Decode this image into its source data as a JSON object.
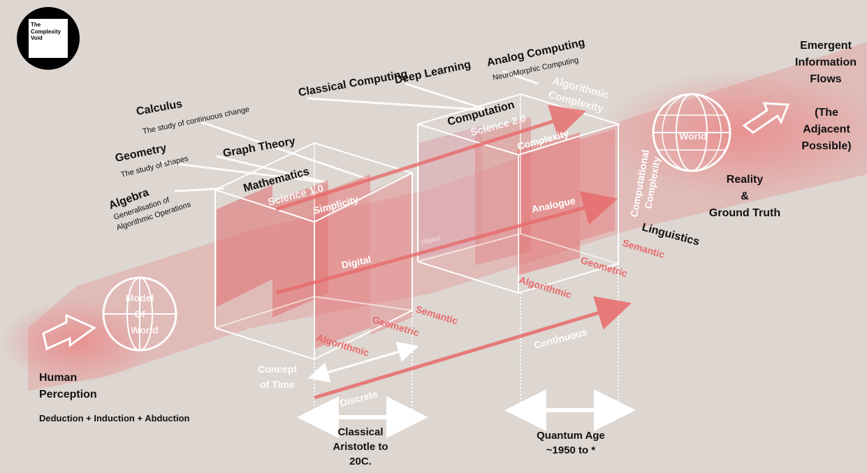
{
  "logo": {
    "line1": "The",
    "line2": "Complexity",
    "line3": "Void"
  },
  "colors": {
    "background": "#ddd6d1",
    "accent": "#e86a6a",
    "lines": "#ffffff",
    "text": "#111111"
  },
  "left_branch": {
    "calculus": "Calculus",
    "calculus_sub": "The study of continuous change",
    "geometry": "Geometry",
    "geometry_sub": "The study of shapes",
    "graph_theory": "Graph Theory",
    "algebra": "Algebra",
    "algebra_sub1": "Generalisation of",
    "algebra_sub2": "Algorithmic Operations"
  },
  "top_branch": {
    "classical_computing": "Classical Computing",
    "deep_learning": "Deep Learning",
    "analog_computing": "Analog Computing",
    "neuromorphic": "NeuroMorphic Computing"
  },
  "cube1": {
    "title": "Mathematics",
    "science": "Science 1.0",
    "simplicity": "Simplicity",
    "digital": "Digital",
    "algorithmic": "Algorithmic",
    "geometric": "Geometric",
    "semantic": "Semantic"
  },
  "cube2": {
    "title": "Computation",
    "science": "Science 2.0",
    "complexity": "Complexity",
    "algorithmic_complexity1": "Algorithmic",
    "algorithmic_complexity2": "Complexity",
    "analogue": "Analogue",
    "digital_faint": "Digital",
    "computational1": "Computational",
    "computational2": "Complexity",
    "algorithmic": "Algorithmic",
    "geometric": "Geometric",
    "semantic": "Semantic",
    "linguistics": "Linguistics"
  },
  "left_side": {
    "globe1": "Model",
    "globe2": "Of",
    "globe3": "World",
    "human1": "Human",
    "human2": "Perception",
    "logic": "Deduction + Induction + Abduction"
  },
  "right_side": {
    "world": "World",
    "reality1": "Reality",
    "reality2": "&",
    "reality3": "Ground Truth",
    "emergent1": "Emergent",
    "emergent2": "Information",
    "emergent3": "Flows",
    "adjacent1": "(The",
    "adjacent2": "Adjacent",
    "adjacent3": "Possible)"
  },
  "time_axis": {
    "concept1": "Concept",
    "concept2": "of Time",
    "discrete": "Discrete",
    "continuous": "Continuous",
    "classical1": "Classical",
    "classical2": "Aristotle to",
    "classical3": "20C.",
    "quantum1": "Quantum Age",
    "quantum2": "~1950 to *"
  }
}
